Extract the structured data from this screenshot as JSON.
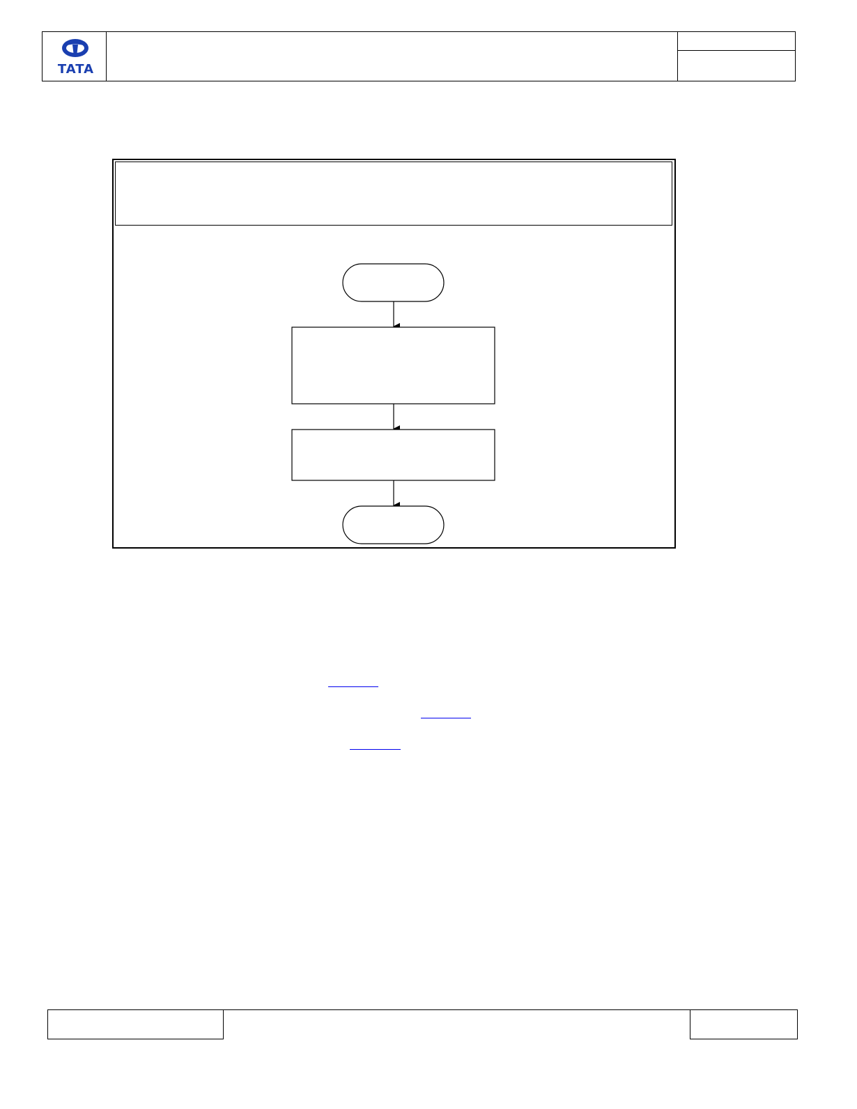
{
  "header": {
    "logo_text": "TATA",
    "brand_color": "#1a3fb0"
  },
  "flowchart": {
    "nodes": [
      {
        "id": "start",
        "shape": "terminator",
        "label": ""
      },
      {
        "id": "step1",
        "shape": "process",
        "label": ""
      },
      {
        "id": "step2",
        "shape": "process",
        "label": ""
      },
      {
        "id": "end",
        "shape": "terminator",
        "label": ""
      }
    ],
    "edges": [
      {
        "from": "start",
        "to": "step1"
      },
      {
        "from": "step1",
        "to": "step2"
      },
      {
        "from": "step2",
        "to": "end"
      }
    ]
  },
  "links": [
    {
      "text": ""
    },
    {
      "text": ""
    },
    {
      "text": ""
    }
  ],
  "colors": {
    "link": "#0000ee",
    "border": "#000000"
  }
}
